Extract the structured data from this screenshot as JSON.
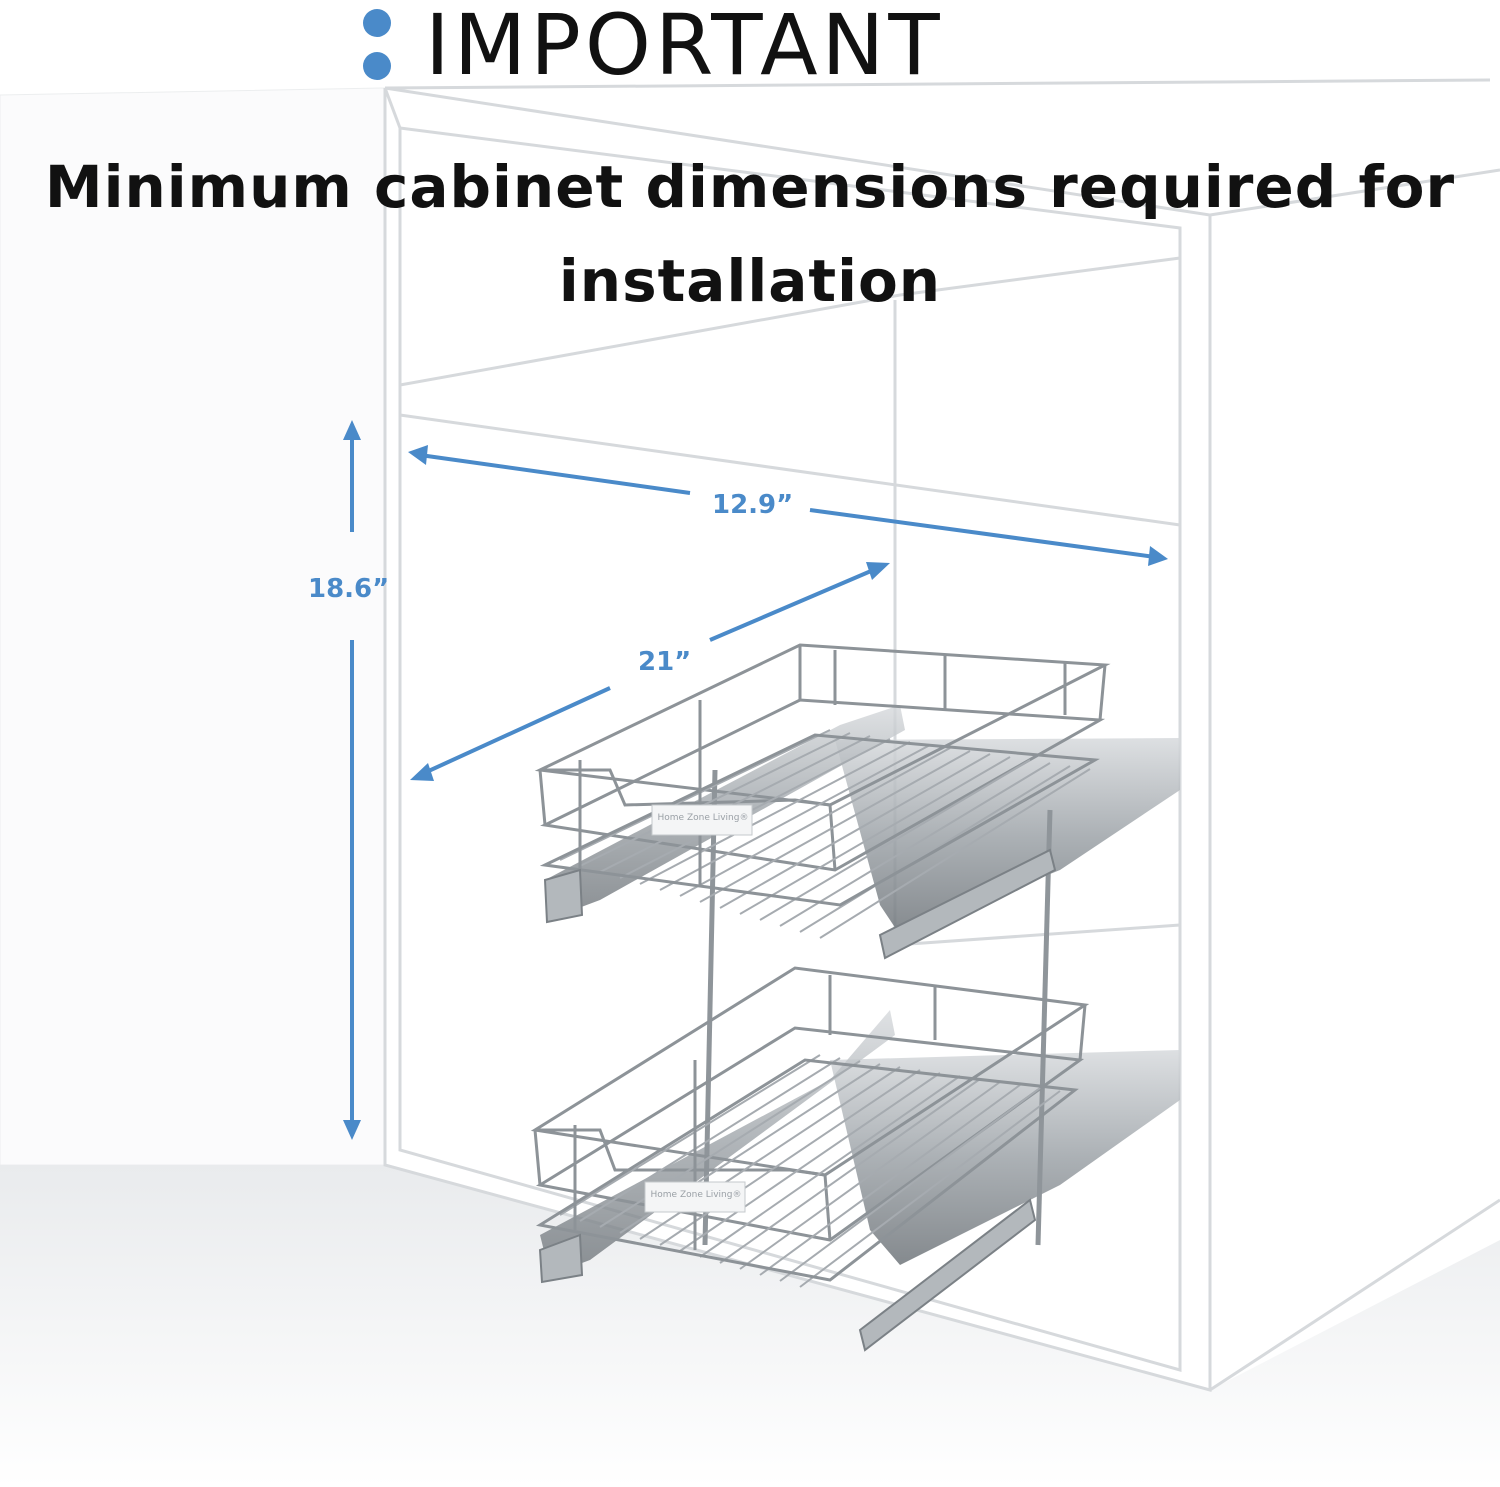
{
  "header": {
    "title": "IMPORTANT"
  },
  "subtitle": {
    "line1": "Minimum cabinet dimensions required for",
    "line2": "installation"
  },
  "dimensions": {
    "height": "18.6”",
    "width": "12.9”",
    "depth": "21”"
  },
  "product": {
    "brand_tag": "Home Zone Living®"
  },
  "colors": {
    "accent": "#4a8ac9",
    "dot": "#4a8ac9",
    "cabinet_line": "#d9dcdf",
    "wire": "#9aa0a6"
  },
  "icons": {
    "bullet": "two-dot-bullet-icon"
  }
}
